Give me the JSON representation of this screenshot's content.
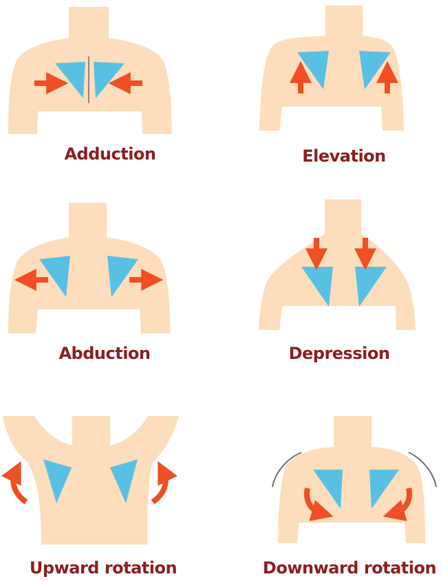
{
  "colors": {
    "skin": "#FDDDBB",
    "scapula": "#58C1E3",
    "arrow": "#EF4F24",
    "caption": "#8B1F1F",
    "spine_line": "#A08070",
    "motion_arc": "#6E6E6E"
  },
  "panels": [
    {
      "id": "adduction",
      "caption": "Adduction",
      "arrow_icon": "arrow-inward-icon"
    },
    {
      "id": "elevation",
      "caption": "Elevation",
      "arrow_icon": "arrow-up-icon"
    },
    {
      "id": "abduction",
      "caption": "Abduction",
      "arrow_icon": "arrow-outward-icon"
    },
    {
      "id": "depression",
      "caption": "Depression",
      "arrow_icon": "arrow-down-icon"
    },
    {
      "id": "upward-rotation",
      "caption": "Upward rotation",
      "arrow_icon": "curved-arrow-up-icon"
    },
    {
      "id": "downward-rotation",
      "caption": "Downward rotation",
      "arrow_icon": "curved-arrow-down-icon"
    }
  ]
}
